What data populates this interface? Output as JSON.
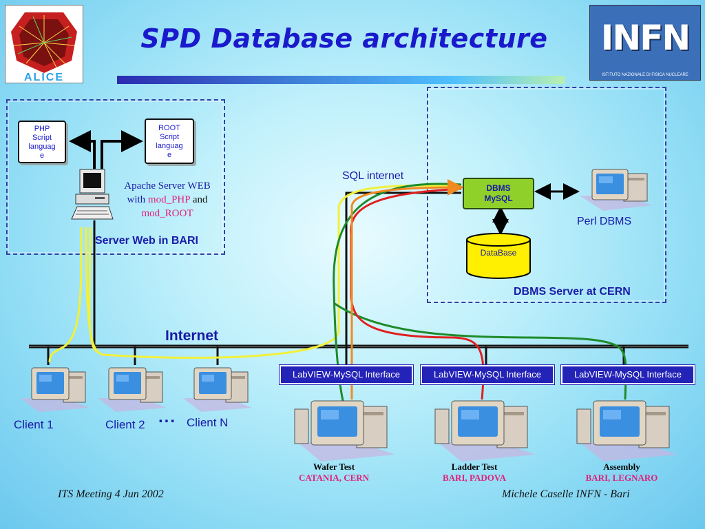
{
  "title": "SPD Database architecture",
  "logos": {
    "left_text": "ALICE",
    "right_text": "INFN",
    "right_subtext": "ISTITUTO NAZIONALE DI FISICA NUCLEARE"
  },
  "bari_box": {
    "php_scroll": [
      "PHP",
      "Script",
      "languag",
      "e"
    ],
    "root_scroll": [
      "ROOT",
      "Script",
      "languag",
      "e"
    ],
    "apache_line1": "Apache Server WEB",
    "apache_with": "with",
    "apache_mod_php": "mod_PHP",
    "apache_and": "and",
    "apache_mod_root": "mod_ROOT",
    "label": "Server Web in BARI"
  },
  "cern_box": {
    "dbms_line1": "DBMS",
    "dbms_line2": "MySQL",
    "database": "DataBase",
    "perl": "Perl DBMS",
    "label": "DBMS Server at CERN"
  },
  "sql_internet": "SQL internet",
  "internet": "Internet",
  "clients": {
    "client1": "Client 1",
    "client2": "Client 2",
    "ellipsis": "...",
    "clientn": "Client N"
  },
  "interfaces": [
    "LabVIEW-MySQL Interface",
    "LabVIEW-MySQL Interface",
    "LabVIEW-MySQL Interface"
  ],
  "stations": [
    {
      "name": "Wafer Test",
      "location": "CATANIA, CERN"
    },
    {
      "name": "Ladder Test",
      "location": "BARI, PADOVA"
    },
    {
      "name": "Assembly",
      "location": "BARI, LEGNARO"
    }
  ],
  "footer": {
    "left": "ITS Meeting 4 Jun 2002",
    "right": "Michele Caselle INFN - Bari"
  },
  "colors": {
    "title": "#1a1acc",
    "interface_bg": "#2323b8",
    "dbms_bg": "#8fd12a",
    "database_bg": "#ffef00",
    "yellow_link": "#f2f03a",
    "green_link": "#1f8a2a",
    "red_link": "#e02020",
    "orange_link": "#f08a20"
  }
}
